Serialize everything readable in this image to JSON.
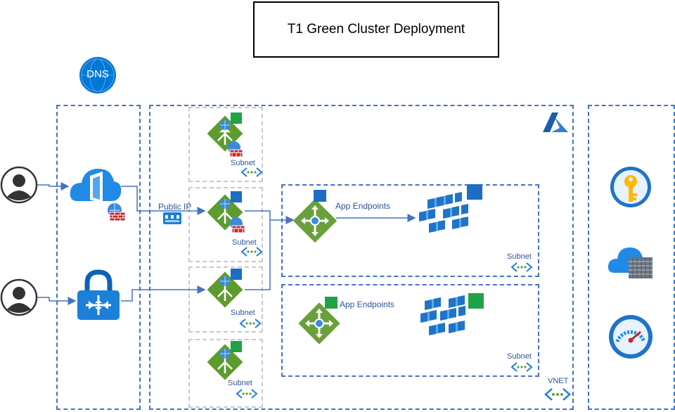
{
  "title": "T1  Green Cluster Deployment",
  "dns_label": "DNS",
  "public_ip_label": "Public IP",
  "app_endpoints_1": "App Endpoints",
  "app_endpoints_2": "App Endpoints",
  "subnet_labels": [
    "Subnet",
    "Subnet",
    "Subnet",
    "Subnet",
    "Subnet",
    "Subnet"
  ],
  "vnet_label": "VNET",
  "colors": {
    "dash_blue": "#4472c4",
    "connector": "#4472c4",
    "gateway_green": "#6aa03c",
    "azure_blue": "#0078d4",
    "badge_green": "#21a246",
    "badge_blue": "#1b6ec2"
  },
  "icons": [
    "user-icon",
    "front-door-icon",
    "firewall-icon",
    "vpn-gateway-icon",
    "dns-icon",
    "app-gateway-icon",
    "public-ip-icon",
    "vnet-icon",
    "kubernetes-cluster-icon",
    "key-vault-icon",
    "container-registry-icon",
    "monitor-gauge-icon",
    "azure-logo-icon"
  ]
}
